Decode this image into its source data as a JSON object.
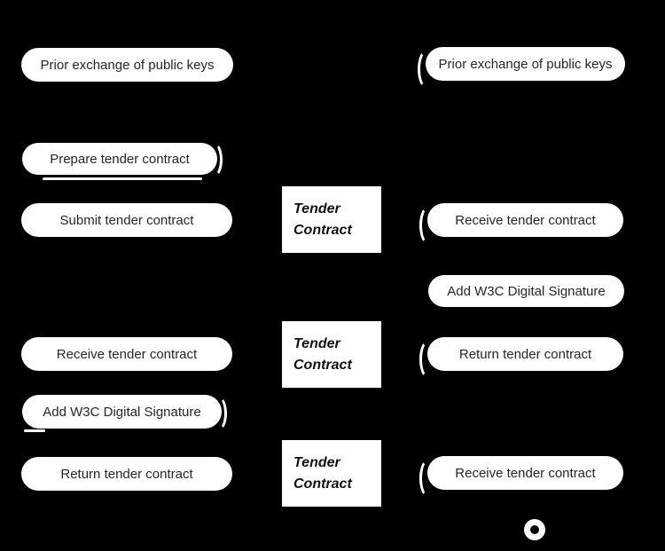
{
  "diagram": {
    "colors": {
      "background": "#000000",
      "node_fill": "#ffffff",
      "activity_text": "#262626",
      "object_text": "#111111",
      "decoration": "#ffffff"
    },
    "left_lane": [
      {
        "label": "Prior exchange of public keys"
      },
      {
        "label": "Prepare tender contract"
      },
      {
        "label": "Submit tender contract"
      },
      {
        "label": "Receive tender contract"
      },
      {
        "label": "Add W3C Digital Signature"
      },
      {
        "label": "Return tender contract"
      }
    ],
    "object_nodes": [
      {
        "label": "Tender Contract"
      },
      {
        "label": "Tender Contract"
      },
      {
        "label": "Tender Contract"
      }
    ],
    "right_lane": [
      {
        "label": "Prior exchange of public keys"
      },
      {
        "label": "Receive tender contract"
      },
      {
        "label": "Add W3C Digital Signature"
      },
      {
        "label": "Return tender contract"
      },
      {
        "label": "Receive tender contract"
      }
    ],
    "final_node": {
      "icon": "ring-icon"
    }
  }
}
